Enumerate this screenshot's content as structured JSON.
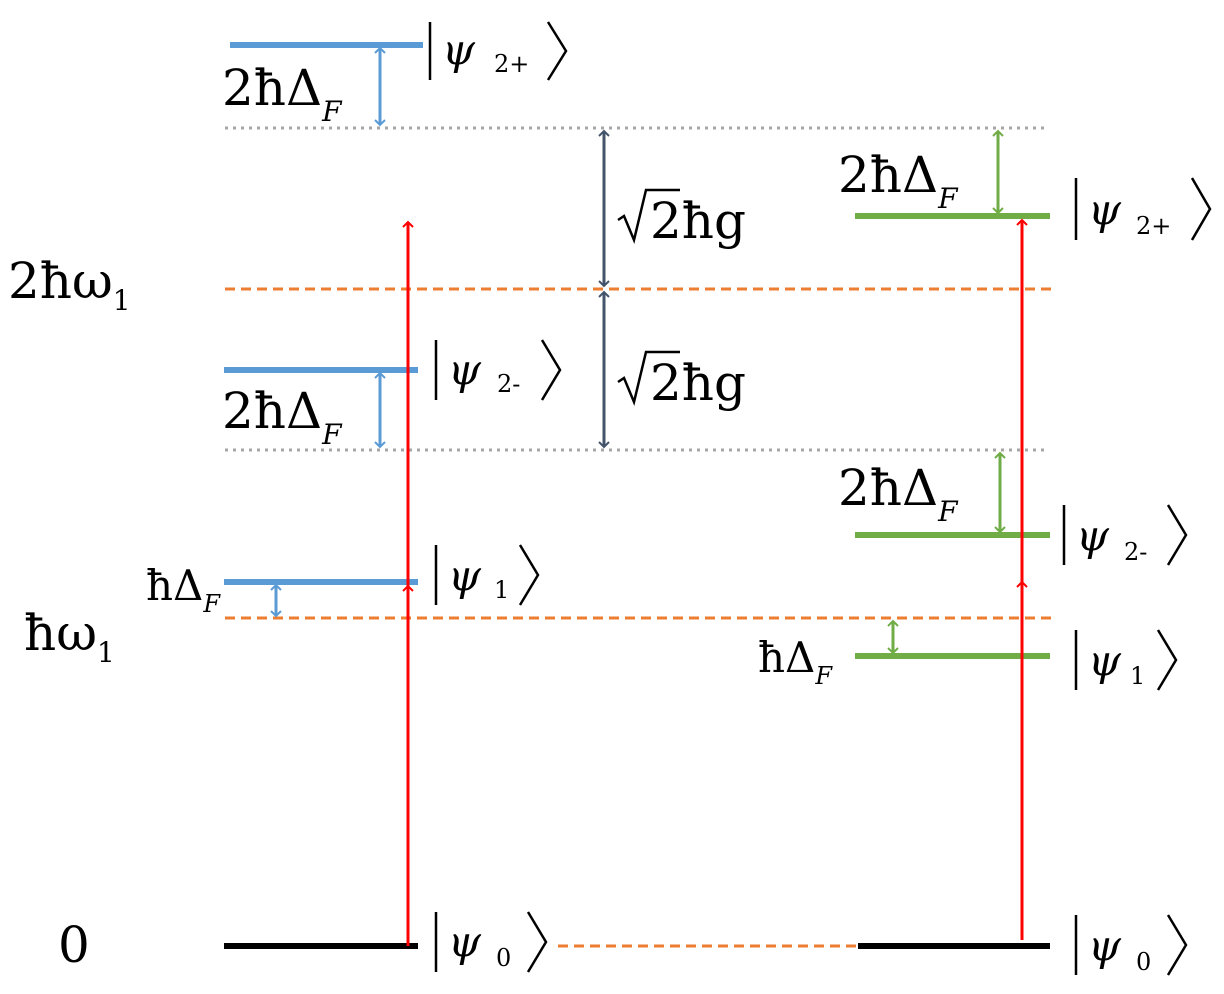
{
  "energy_axis": {
    "zero": "0",
    "one_photon": "ħω",
    "two_photon": "2ħω",
    "omega_subscript": "1"
  },
  "left_ladder": {
    "color": "#5b9bd5",
    "states": {
      "psi_2p": {
        "symbol": "ψ",
        "sub": "2+"
      },
      "psi_2m": {
        "symbol": "ψ",
        "sub": "2-"
      },
      "psi_1": {
        "symbol": "ψ",
        "sub": "1"
      },
      "psi_0": {
        "symbol": "ψ",
        "sub": "0"
      }
    },
    "splittings": {
      "two_photon_upper": {
        "main": "2ħΔ",
        "sub": "F"
      },
      "two_photon_lower": {
        "main": "2ħΔ",
        "sub": "F"
      },
      "one_photon": {
        "main": "ħΔ",
        "sub": "F"
      }
    }
  },
  "right_ladder": {
    "color": "#70ad47",
    "states": {
      "psi_2p": {
        "symbol": "ψ",
        "sub": "2+"
      },
      "psi_2m": {
        "symbol": "ψ",
        "sub": "2-"
      },
      "psi_1": {
        "symbol": "ψ",
        "sub": "1"
      },
      "psi_0": {
        "symbol": "ψ",
        "sub": "0"
      }
    },
    "splittings": {
      "two_photon_upper": {
        "main": "2ħΔ",
        "sub": "F"
      },
      "two_photon_lower": {
        "main": "2ħΔ",
        "sub": "F"
      },
      "one_photon": {
        "main": "ħΔ",
        "sub": "F"
      }
    }
  },
  "coupling": {
    "upper": "2ħg",
    "lower": "2ħg",
    "color": "#44546a"
  },
  "colors": {
    "excitation_arrow": "#ff0000",
    "reference_dashed": "#ed7d31",
    "reference_dotted": "#a6a6a6",
    "ground": "#000000"
  }
}
